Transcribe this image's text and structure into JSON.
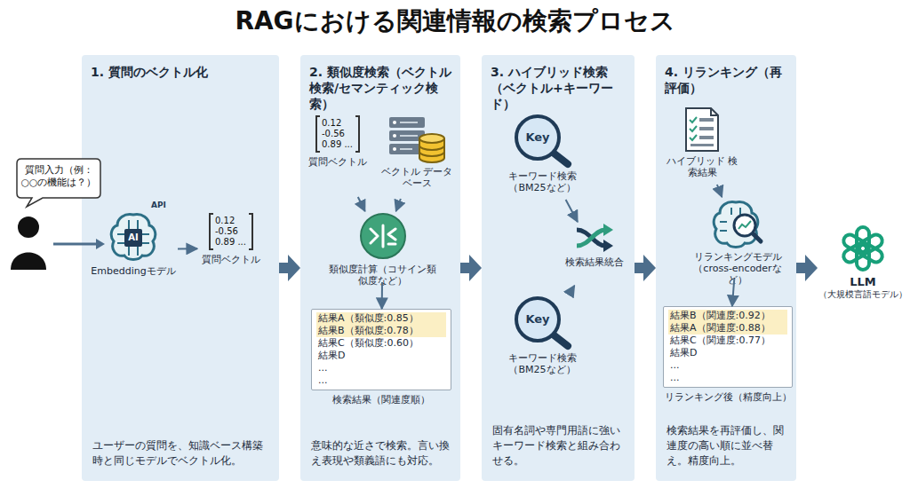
{
  "diagram": {
    "title": "RAGにおける関連情報の検索プロセス",
    "nodes": [
      {
        "text": [
          "質問入力（例：○○の機能は？）"
        ]
      },
      {
        "text": [
          "1. 質問のベクトル化",
          "ユーザーの質問を、知識ベース構築時と同じモデルでベクトル化。"
        ]
      },
      {
        "text": [
          "Embeddingモデル"
        ],
        "in": 1
      },
      {
        "text": [
          "0.12 -0.56 0.89 ...",
          "質問ベクトル"
        ],
        "in": 1
      },
      {
        "text": [
          "2. 類似度検索（ベクトル検索/セマンティック検索）",
          "意味的な近さで検索。言い換え表現や類義語にも対応。"
        ]
      },
      {
        "text": [
          "0.12 -0.56 0.89 ...",
          "質問ベクトル"
        ],
        "in": 4
      },
      {
        "text": [
          "ベクトル データベース"
        ],
        "in": 4
      },
      {
        "text": [
          "類似度計算（コサイン類似度など）"
        ],
        "in": 4
      },
      {
        "text": [
          "結果A（類似度:0.85）",
          "結果B（類似度:0.78）",
          "結果C（類似度:0.60）",
          "結果D",
          "...",
          "...",
          "検索結果（関連度順）"
        ],
        "in": 4
      },
      {
        "text": [
          "3. ハイブリッド検索（ベクトル+キーワード）",
          "固有名詞や専門用語に強いキーワード検索と組み合わせる。"
        ]
      },
      {
        "text": [
          "Key",
          "キーワード検索（BM25など）"
        ],
        "in": 9
      },
      {
        "text": [
          "検索結果統合"
        ],
        "in": 9
      },
      {
        "text": [
          "Key",
          "キーワード検索（BM25など）"
        ],
        "in": 9
      },
      {
        "text": [
          "4. リランキング（再評価）",
          "検索結果を再評価し、関連度の高い順に並べ替え。精度向上。"
        ]
      },
      {
        "text": [
          "ハイブリッド 検索結果"
        ],
        "in": 13
      },
      {
        "text": [
          "リランキングモデル（cross-encoderなど）"
        ],
        "in": 13
      },
      {
        "text": [
          "結果B（関連度:0.92）",
          "結果A（関連度:0.88）",
          "結果C（関連度:0.77）",
          "結果D",
          "...",
          "...",
          "リランキング後（精度向上）"
        ],
        "in": 13
      },
      {
        "text": [
          "LLM",
          "（大規模言語モデル）"
        ]
      }
    ],
    "edges": [
      {
        "from": 2,
        "to": 3,
        "arrow": "to"
      },
      {
        "from": 1,
        "to": 4,
        "arrow": "to"
      },
      {
        "from": 5,
        "to": 7,
        "arrow": "to"
      },
      {
        "from": 6,
        "to": 7,
        "arrow": "to"
      },
      {
        "from": 7,
        "to": 8,
        "arrow": "to"
      },
      {
        "from": 4,
        "to": 9,
        "arrow": "to"
      },
      {
        "from": 10,
        "to": 11,
        "arrow": "to"
      },
      {
        "from": 12,
        "to": 11,
        "arrow": "to"
      },
      {
        "from": 9,
        "to": 13,
        "arrow": "to"
      },
      {
        "from": 14,
        "to": 15,
        "arrow": "to"
      },
      {
        "from": 15,
        "to": 16,
        "arrow": "to"
      },
      {
        "from": 13,
        "to": 17,
        "arrow": "to"
      }
    ],
    "labels": [
      "AI",
      "API"
    ]
  }
}
